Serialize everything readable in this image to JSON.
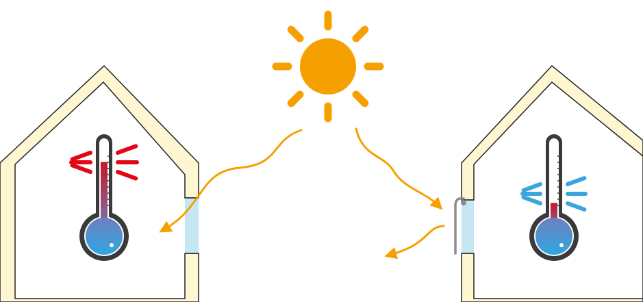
{
  "colors": {
    "sun": "#F5A000",
    "wall_fill": "#FFF6D2",
    "wall_stroke": "#222222",
    "window_glass": "#C7E6F4",
    "blind": "#8C8C8C",
    "hot_rays": "#E30613",
    "cool_rays": "#3AA6DD",
    "mercury_hot": "#C8162A",
    "bulb_top": "#6E7FC0",
    "bulb_bottom": "#2FA7E1"
  },
  "icons": {
    "sun": "sun-icon",
    "thermometer_hot": "thermometer-hot-icon",
    "thermometer_cool": "thermometer-cool-icon",
    "blind": "window-blind-icon"
  },
  "scene": {
    "left_house": {
      "window": "open",
      "thermometer_level": 0.78
    },
    "right_house": {
      "window": "blind-closed",
      "thermometer_level": 0.35
    }
  }
}
